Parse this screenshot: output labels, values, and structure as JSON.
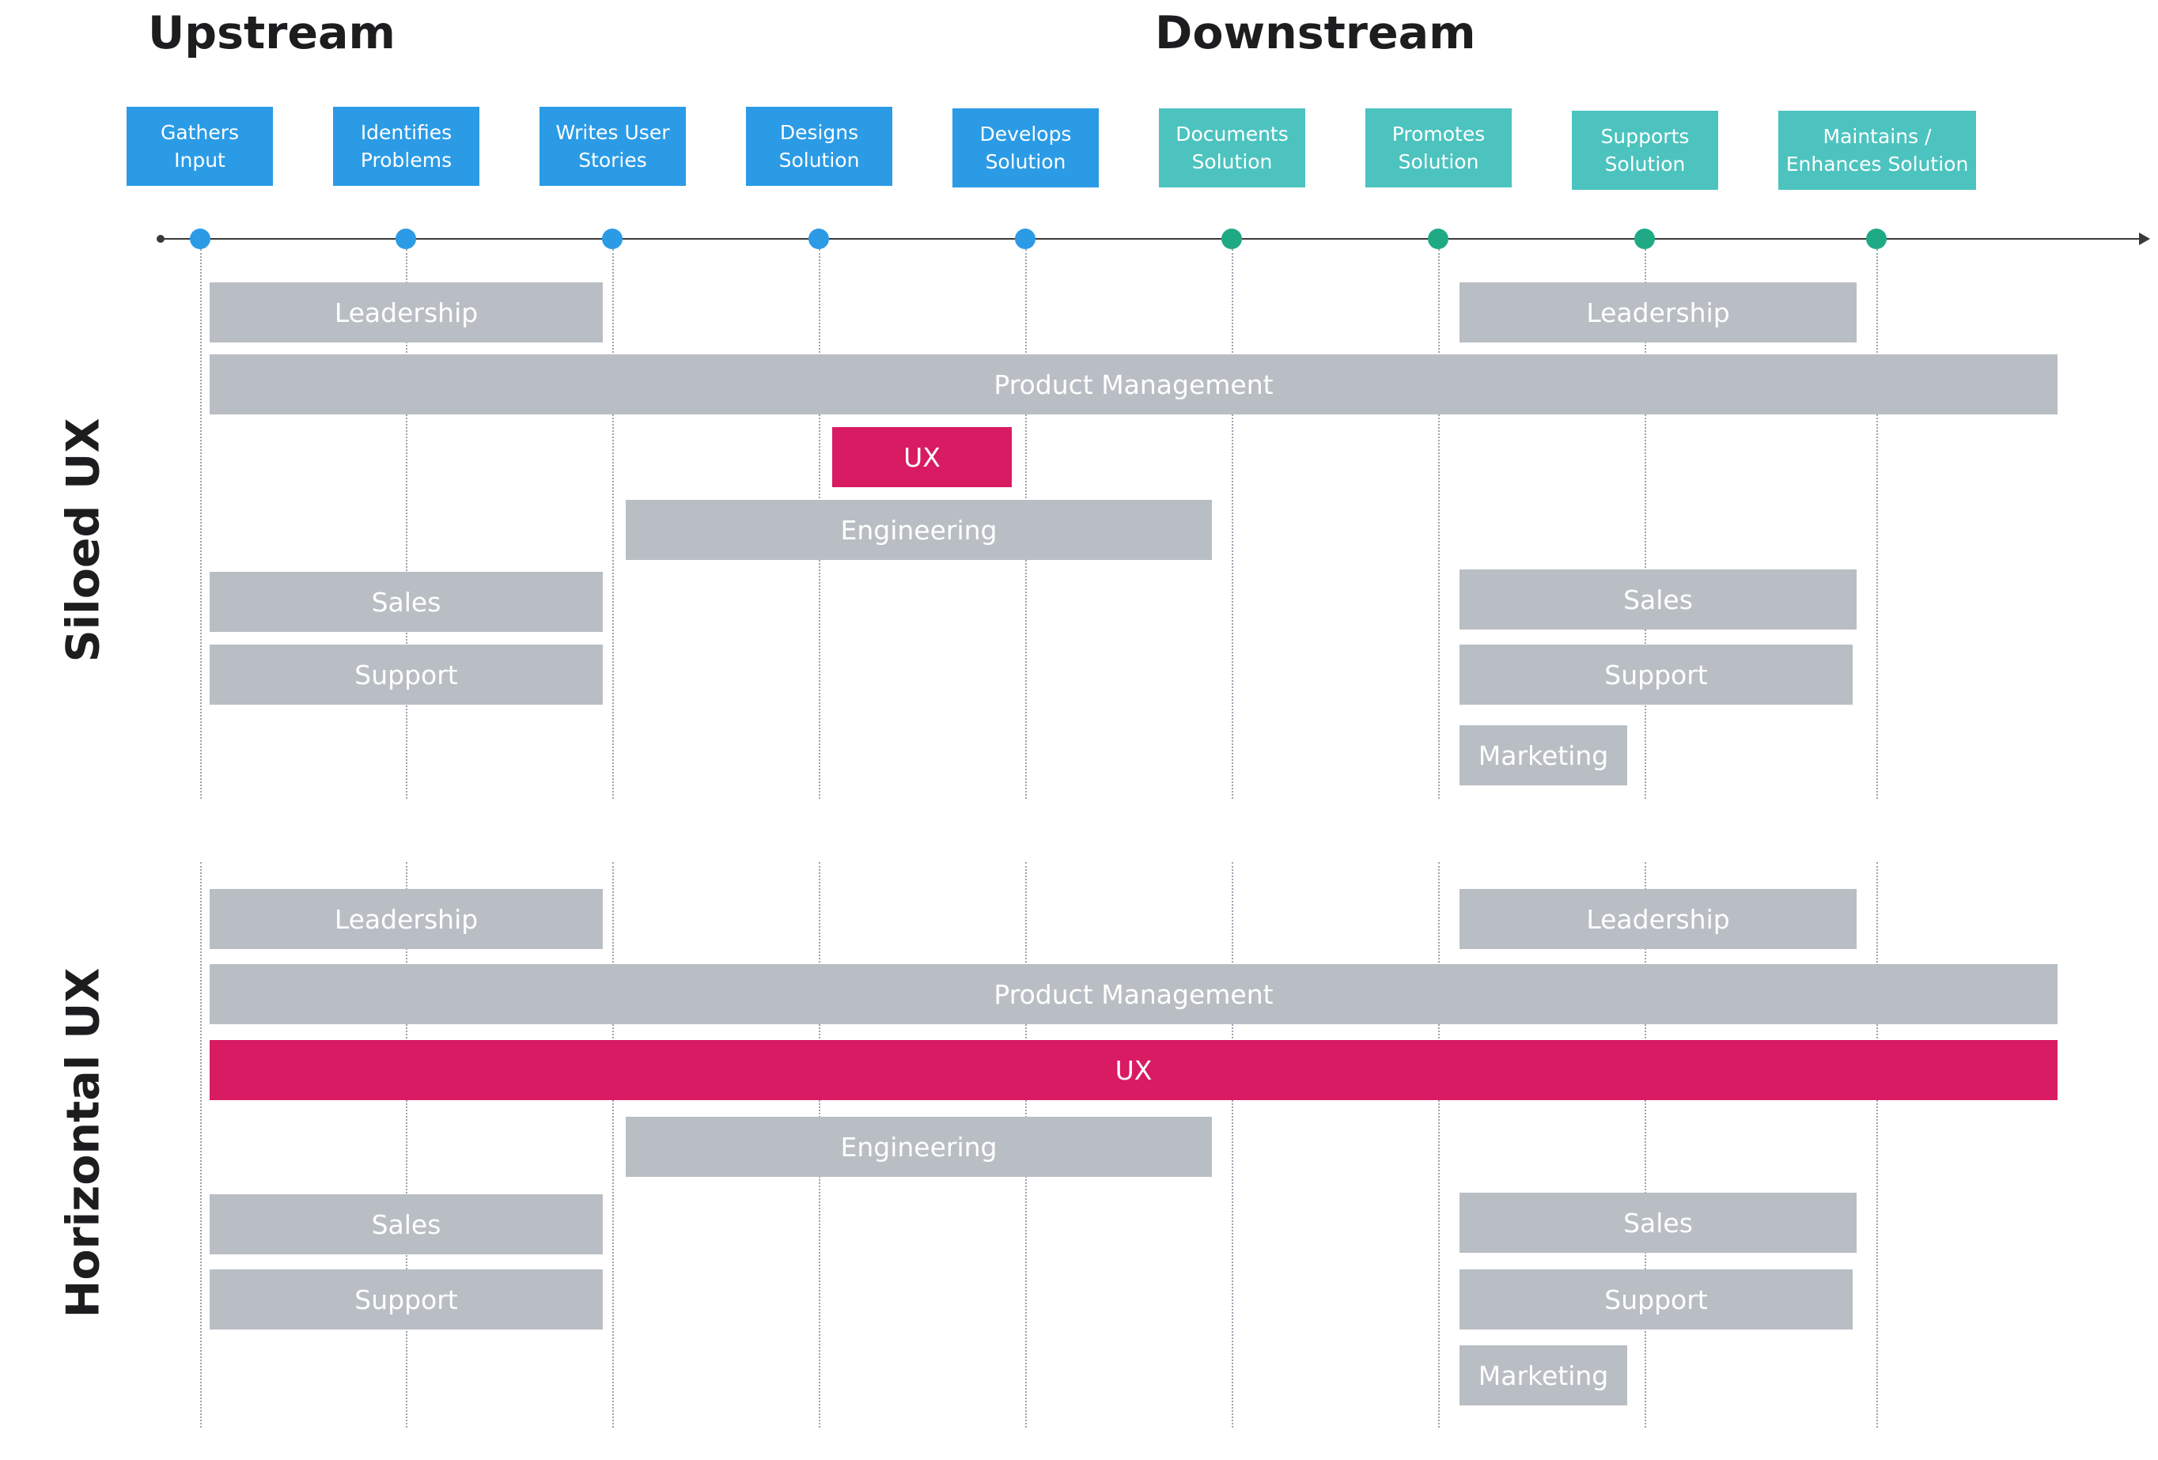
{
  "headings": {
    "upstream": "Upstream",
    "downstream": "Downstream"
  },
  "sections": {
    "siloed": "Siloed UX",
    "horizontal": "Horizontal UX"
  },
  "stages": [
    {
      "label": "Gathers\nInput",
      "phase": "up"
    },
    {
      "label": "Identifies\nProblems",
      "phase": "up"
    },
    {
      "label": "Writes User\nStories",
      "phase": "up"
    },
    {
      "label": "Designs\nSolution",
      "phase": "up"
    },
    {
      "label": "Develops\nSolution",
      "phase": "up"
    },
    {
      "label": "Documents\nSolution",
      "phase": "down"
    },
    {
      "label": "Promotes\nSolution",
      "phase": "down"
    },
    {
      "label": "Supports\nSolution",
      "phase": "down"
    },
    {
      "label": "Maintains /\nEnhances Solution",
      "phase": "down"
    }
  ],
  "siloed_bars": [
    {
      "label": "Leadership",
      "kind": "gray"
    },
    {
      "label": "Leadership",
      "kind": "gray"
    },
    {
      "label": "Product Management",
      "kind": "gray"
    },
    {
      "label": "UX",
      "kind": "ux"
    },
    {
      "label": "Engineering",
      "kind": "gray"
    },
    {
      "label": "Sales",
      "kind": "gray"
    },
    {
      "label": "Sales",
      "kind": "gray"
    },
    {
      "label": "Support",
      "kind": "gray"
    },
    {
      "label": "Support",
      "kind": "gray"
    },
    {
      "label": "Marketing",
      "kind": "gray"
    }
  ],
  "horizontal_bars": [
    {
      "label": "Leadership",
      "kind": "gray"
    },
    {
      "label": "Leadership",
      "kind": "gray"
    },
    {
      "label": "Product Management",
      "kind": "gray"
    },
    {
      "label": "UX",
      "kind": "ux"
    },
    {
      "label": "Engineering",
      "kind": "gray"
    },
    {
      "label": "Sales",
      "kind": "gray"
    },
    {
      "label": "Sales",
      "kind": "gray"
    },
    {
      "label": "Support",
      "kind": "gray"
    },
    {
      "label": "Support",
      "kind": "gray"
    },
    {
      "label": "Marketing",
      "kind": "gray"
    }
  ],
  "colors": {
    "upstream": "#2b9be6",
    "downstream": "#4cc3bf",
    "downstream_dot": "#1faa85",
    "ux": "#d81b63",
    "team": "#b9bec4"
  }
}
